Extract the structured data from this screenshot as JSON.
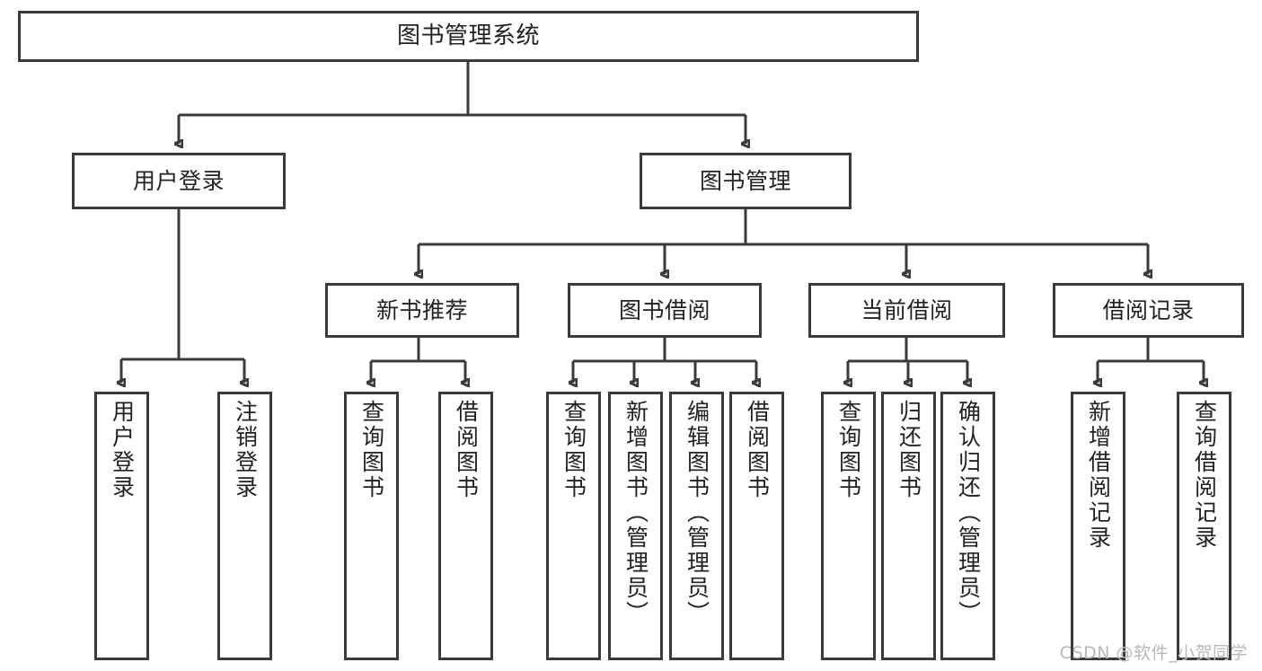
{
  "diagram": {
    "title": "图书管理系统",
    "type": "hierarchy-tree",
    "style": {
      "stroke": "#3b3b3b",
      "fill": "#ffffff",
      "text": "#222222",
      "watermark_color": "#b9b9b9"
    },
    "nodes": {
      "root": {
        "label": "图书管理系统"
      },
      "level2": [
        {
          "id": "user-login",
          "label": "用户登录"
        },
        {
          "id": "book-manage",
          "label": "图书管理"
        }
      ],
      "level3": [
        {
          "id": "new-book-recommend",
          "label": "新书推荐"
        },
        {
          "id": "book-borrow",
          "label": "图书借阅"
        },
        {
          "id": "current-borrow",
          "label": "当前借阅"
        },
        {
          "id": "borrow-record",
          "label": "借阅记录"
        }
      ],
      "leaves": {
        "user-login": [
          {
            "id": "leaf-user-login",
            "label": "用户登录"
          },
          {
            "id": "leaf-logout-login",
            "label": "注销登录"
          }
        ],
        "new-book-recommend": [
          {
            "id": "leaf-query-book-1",
            "label": "查询图书"
          },
          {
            "id": "leaf-borrow-book-1",
            "label": "借阅图书"
          }
        ],
        "book-borrow": [
          {
            "id": "leaf-query-book-2",
            "label": "查询图书"
          },
          {
            "id": "leaf-add-book-admin",
            "label": "新增图书（管理员）"
          },
          {
            "id": "leaf-edit-book-admin",
            "label": "编辑图书（管理员）"
          },
          {
            "id": "leaf-borrow-book-2",
            "label": "借阅图书"
          }
        ],
        "current-borrow": [
          {
            "id": "leaf-query-book-3",
            "label": "查询图书"
          },
          {
            "id": "leaf-return-book",
            "label": "归还图书"
          },
          {
            "id": "leaf-confirm-return-admin",
            "label": "确认归还（管理员）"
          }
        ],
        "borrow-record": [
          {
            "id": "leaf-add-borrow-record",
            "label": "新增借阅记录"
          },
          {
            "id": "leaf-query-borrow-record",
            "label": "查询借阅记录"
          }
        ]
      }
    },
    "watermark": "CSDN @软件_小贺同学"
  }
}
